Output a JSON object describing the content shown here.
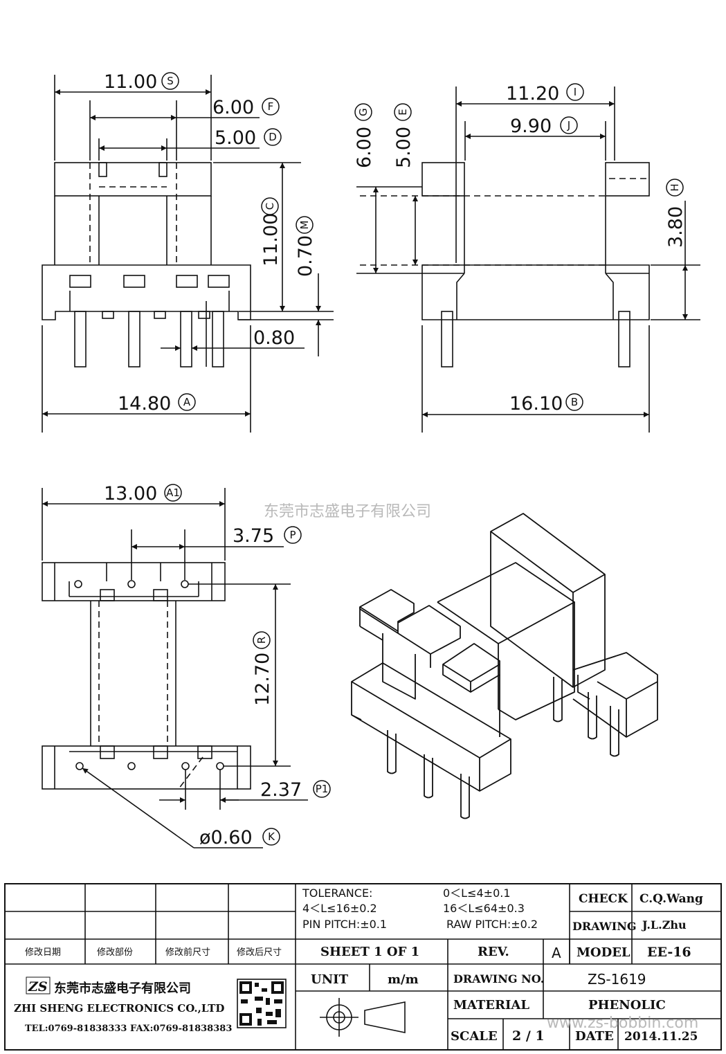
{
  "dimensions": {
    "S": {
      "value": "11.00",
      "code": "S"
    },
    "F": {
      "value": "6.00",
      "code": "F"
    },
    "D": {
      "value": "5.00",
      "code": "D"
    },
    "C": {
      "value": "11.00",
      "code": "C"
    },
    "M": {
      "value": "0.70",
      "code": "M"
    },
    "pin_w": {
      "value": "0.80"
    },
    "A": {
      "value": "14.80",
      "code": "A"
    },
    "I": {
      "value": "11.20",
      "code": "I"
    },
    "J": {
      "value": "9.90",
      "code": "J"
    },
    "G": {
      "value": "6.00",
      "code": "G"
    },
    "E": {
      "value": "5.00",
      "code": "E"
    },
    "H": {
      "value": "3.80",
      "code": "H"
    },
    "B": {
      "value": "16.10",
      "code": "B"
    },
    "A1": {
      "value": "13.00",
      "code": "A1"
    },
    "P": {
      "value": "3.75",
      "code": "P"
    },
    "R": {
      "value": "12.70",
      "code": "R"
    },
    "P1": {
      "value": "2.37",
      "code": "P1"
    },
    "K": {
      "value": "ø0.60",
      "code": "K"
    }
  },
  "watermark": "东莞市志盛电子有限公司",
  "title_block": {
    "tolerance_label": "TOLERANCE:",
    "tol_1": "0＜L≤4±0.1",
    "tol_2": "4＜L≤16±0.2",
    "tol_3": "16＜L≤64±0.3",
    "pin_pitch": "PIN PITCH:±0.1",
    "raw_pitch": "RAW PITCH:±0.2",
    "check_label": "CHECK",
    "check_value": "C.Q.Wang",
    "drawing_label": "DRAWING",
    "drawing_value": "J.L.Zhu",
    "rev_headers": [
      "修改日期",
      "修改部份",
      "修改前尺寸",
      "修改后尺寸"
    ],
    "sheet": "SHEET 1 OF 1",
    "rev_label": "REV.",
    "rev_value": "A",
    "model_label": "MODEL",
    "model_value": "EE-16",
    "company_cn": "东莞市志盛电子有限公司",
    "company_en": "ZHI SHENG ELECTRONICS CO.,LTD",
    "contact": "TEL:0769-81838333 FAX:0769-81838383",
    "unit_label": "UNIT",
    "unit_value": "m/m",
    "drawing_no_label": "DRAWING NO.",
    "drawing_no_value": "ZS-1619",
    "material_label": "MATERIAL",
    "material_value": "PHENOLIC",
    "scale_label": "SCALE",
    "scale_value": "2 / 1",
    "date_label": "DATE",
    "date_value": "2014.11.25",
    "logo_text": "ZS",
    "url_watermark": "www.zs-bobbin.com"
  }
}
